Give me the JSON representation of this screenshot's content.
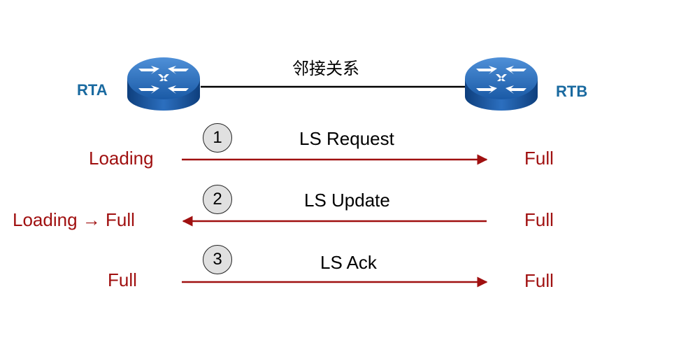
{
  "routers": {
    "left": {
      "label": "RTA",
      "icon": "router-icon"
    },
    "right": {
      "label": "RTB",
      "icon": "router-icon"
    }
  },
  "link_label": "邻接关系",
  "exchanges": [
    {
      "step": "1",
      "message": "LS Request",
      "left_state": "Loading",
      "right_state": "Full",
      "direction": "left-to-right"
    },
    {
      "step": "2",
      "message": "LS Update",
      "left_state": "Loading → Full",
      "right_state": "Full",
      "direction": "right-to-left"
    },
    {
      "step": "3",
      "message": "LS Ack",
      "left_state": "Full",
      "right_state": "Full",
      "direction": "left-to-right"
    }
  ],
  "colors": {
    "router_label": "#1a6aa0",
    "state_text": "#a01010",
    "arrow": "#a01010",
    "router_body": "#1c5fa8"
  }
}
